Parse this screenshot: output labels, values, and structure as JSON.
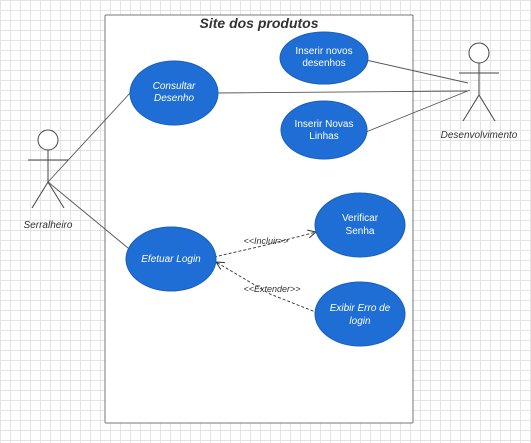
{
  "boundary": {
    "title": "Site dos produtos"
  },
  "actors": {
    "serralheiro": "Serralheiro",
    "desenvolvimento": "Desenvolvimento"
  },
  "use_cases": {
    "consultar_desenho": [
      "Consultar",
      "Desenho"
    ],
    "inserir_desenhos": [
      "Inserir novos",
      "desenhos"
    ],
    "inserir_linhas": [
      "Inserir Novas",
      "Linhas"
    ],
    "efetuar_login": [
      "Efetuar Login"
    ],
    "verificar_senha": [
      "Verificar",
      "Senha"
    ],
    "exibir_erro": [
      "Exibir Erro de",
      "login"
    ]
  },
  "relations": {
    "incluir": "<<Incluir>>",
    "extender": "<<Extender>>"
  },
  "colors": {
    "use_case_fill": "#1f6ed6",
    "grid": "#e4e4e4"
  }
}
